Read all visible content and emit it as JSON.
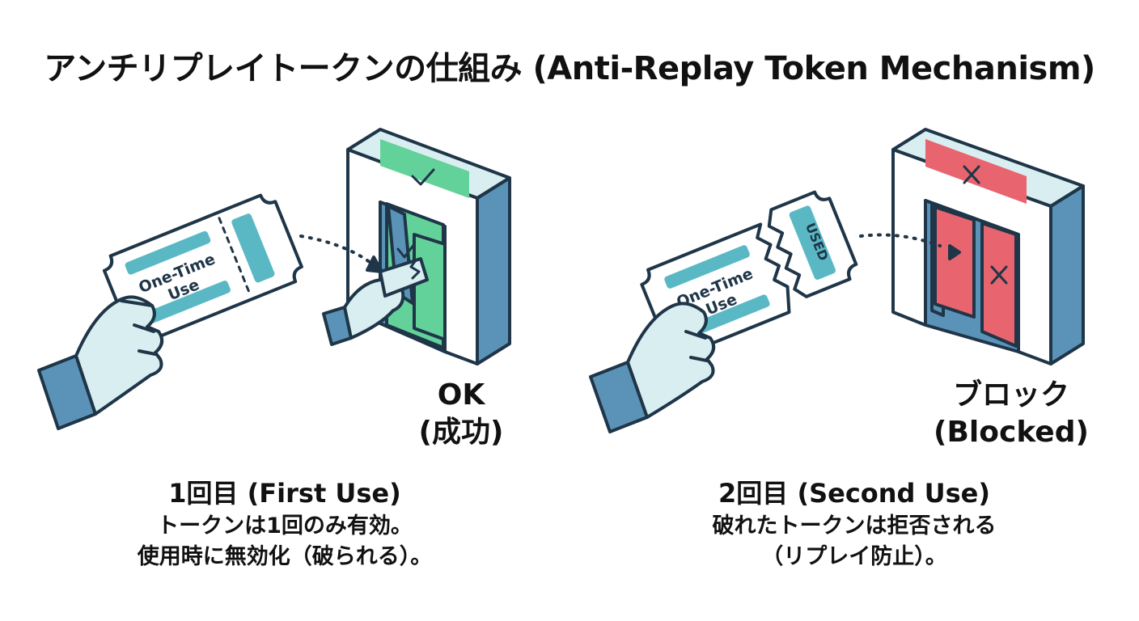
{
  "title": "アンチリプレイトークンの仕組み (Anti-Replay Token Mechanism)",
  "colors": {
    "outline": "#1f3548",
    "teal": "#5ab8c4",
    "light_teal": "#d9eef1",
    "blue": "#5b93b8",
    "green": "#63d19a",
    "red": "#e8646e",
    "white": "#ffffff"
  },
  "first": {
    "ticket_label_line1": "One-Time",
    "ticket_label_line2": "Use",
    "result_line1": "OK",
    "result_line2": "(成功)",
    "heading": "1回目 (First Use)",
    "line1": "トークンは1回のみ有効。",
    "line2": "使用時に無効化（破られる）。",
    "icons": [
      "hand-icon",
      "ticket-icon",
      "gate-icon",
      "check-icon"
    ]
  },
  "second": {
    "ticket_label_line1": "One-Time",
    "ticket_label_line2": "Use",
    "stub_label": "USED",
    "result_line1": "ブロック",
    "result_line2": "(Blocked)",
    "heading": "2回目 (Second Use)",
    "line1": "破れたトークンは拒否される",
    "line2": "（リプレイ防止）。",
    "icons": [
      "hand-icon",
      "torn-ticket-icon",
      "gate-icon",
      "cross-icon"
    ]
  }
}
